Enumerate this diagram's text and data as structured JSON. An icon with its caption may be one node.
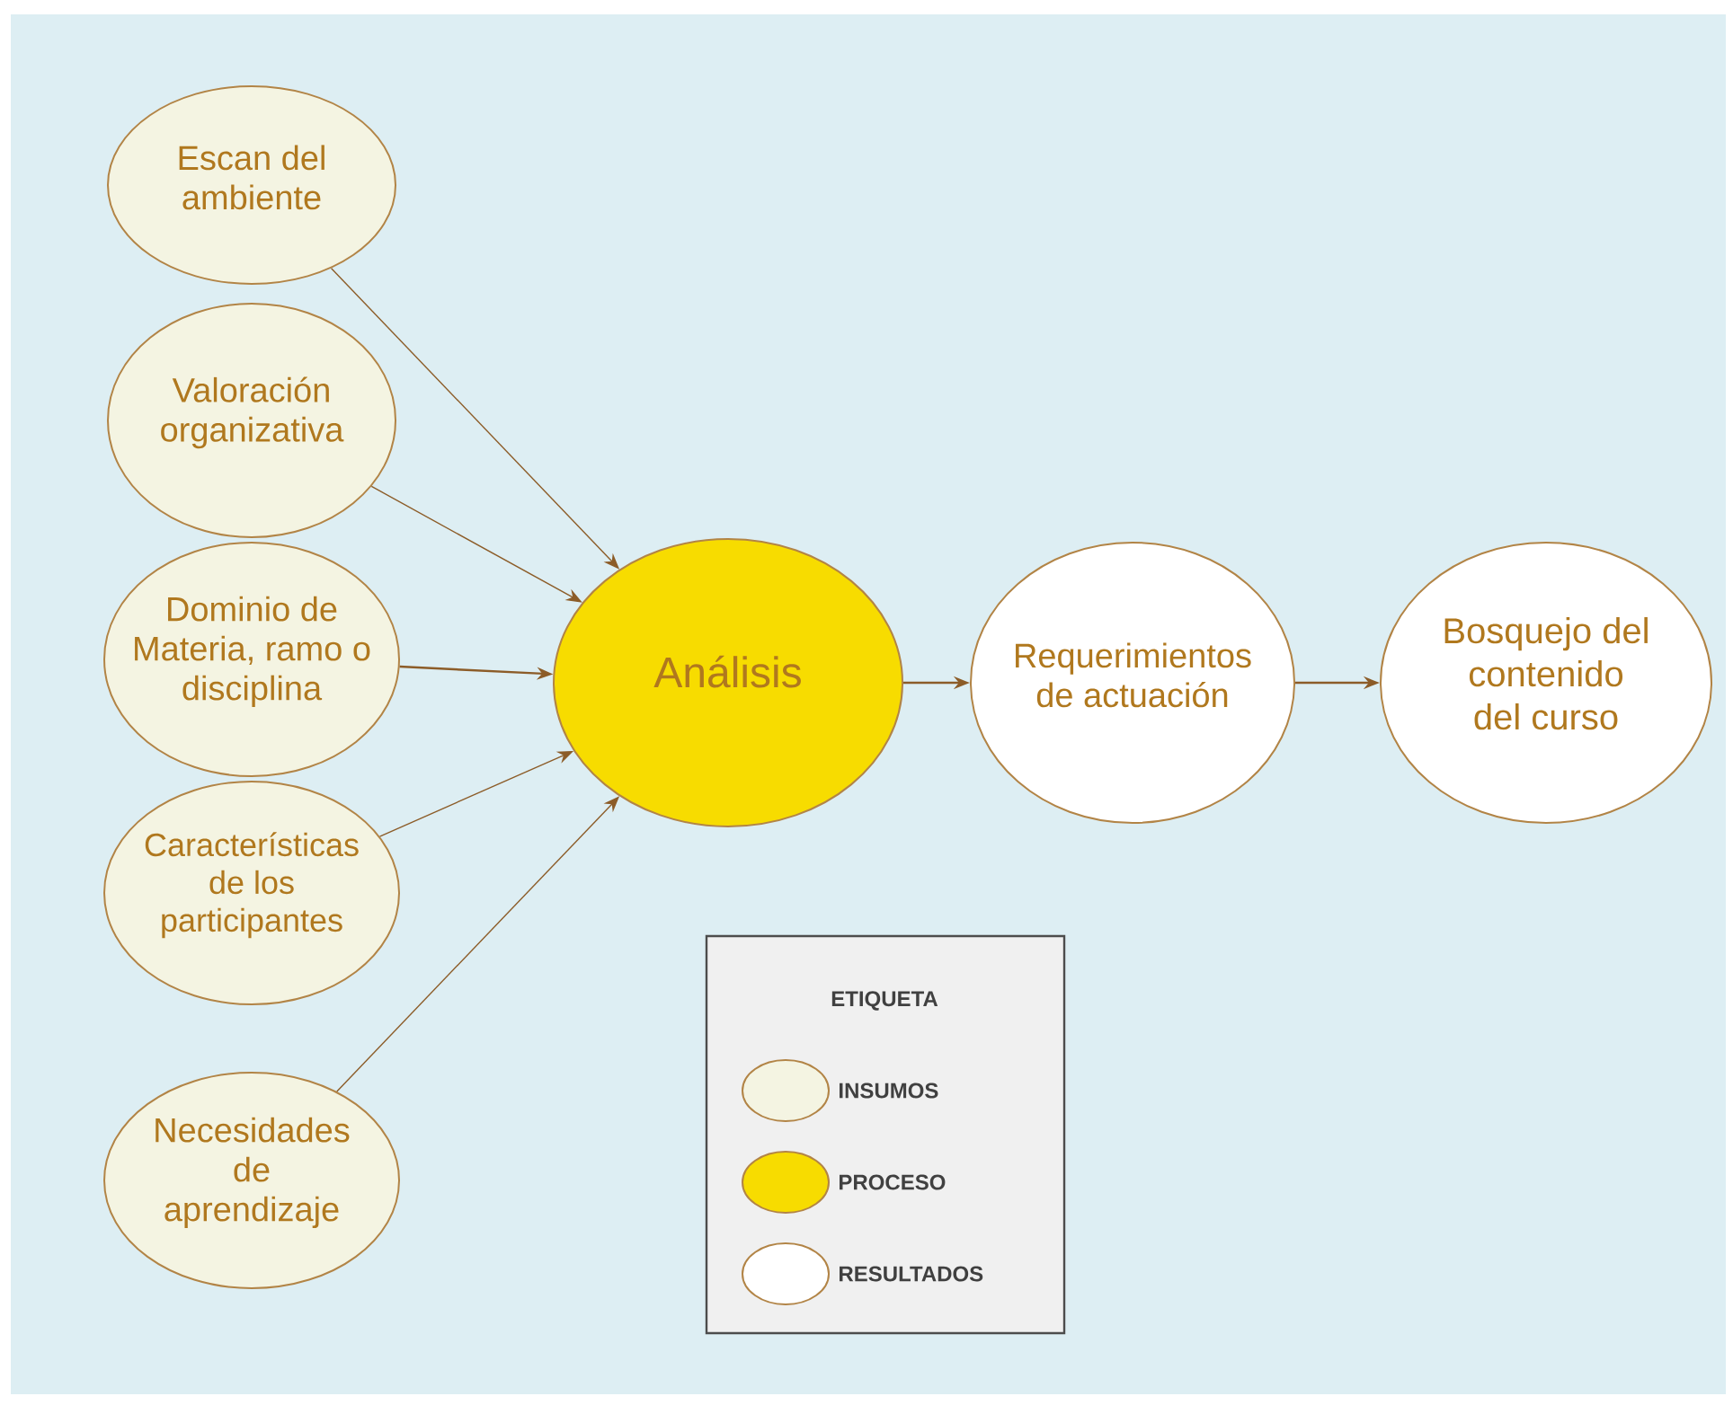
{
  "diagram": {
    "nodes": [
      {
        "text": [
          "Escan del ambiente"
        ]
      },
      {
        "text": [
          "Valoración organizativa"
        ]
      },
      {
        "text": [
          "Dominio de Materia, ramo o disciplina"
        ]
      },
      {
        "text": [
          "Características de los participantes"
        ]
      },
      {
        "text": [
          "Necesidades de aprendizaje"
        ]
      },
      {
        "text": [
          "Análisis"
        ]
      },
      {
        "text": [
          "Requerimientos de actuación"
        ]
      },
      {
        "text": [
          "Bosquejo del contenido del curso"
        ]
      }
    ],
    "edges": [
      {
        "from": 0,
        "to": 5,
        "arrow": "to"
      },
      {
        "from": 1,
        "to": 5,
        "arrow": "to"
      },
      {
        "from": 2,
        "to": 5,
        "arrow": "to"
      },
      {
        "from": 3,
        "to": 5,
        "arrow": "to"
      },
      {
        "from": 4,
        "to": 5,
        "arrow": "to"
      },
      {
        "from": 5,
        "to": 6,
        "arrow": "to"
      },
      {
        "from": 6,
        "to": 7,
        "arrow": "to"
      }
    ],
    "labels": [
      "ETIQUETA"
    ],
    "legend": [
      {
        "text": "INSUMOS",
        "color": "#f4f4e2"
      },
      {
        "text": "PROCESO",
        "color": "#f7dc00"
      },
      {
        "text": "RESULTADOS",
        "color": "#ffffff"
      }
    ]
  }
}
